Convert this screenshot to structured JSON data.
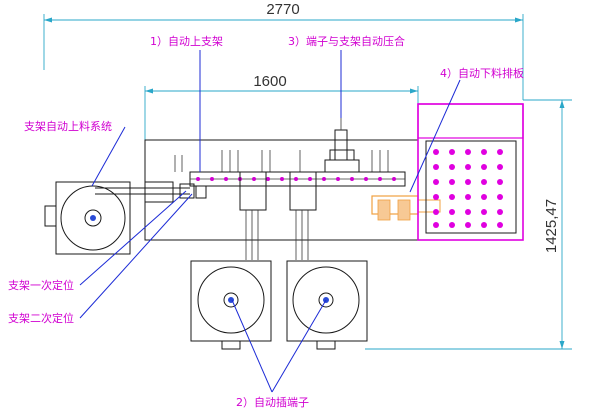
{
  "dimensions": {
    "overall_width": "2770",
    "center_width": "1600",
    "height": "1425,47"
  },
  "labels": {
    "auto_loading_frame": "1）自动上支架",
    "terminal_press": "3）端子与支架自动压合",
    "auto_unload": "4）自动下料排板",
    "frame_feeding_system": "支架自动上料系统",
    "first_positioning": "支架一次定位",
    "second_positioning": "支架二次定位",
    "auto_insert_terminal": "2）自动插端子"
  },
  "colors": {
    "label_magenta": "#d100d1",
    "leader_blue": "#1c2bd6",
    "dimension_cyan": "#2aa7c9",
    "tray_magenta": "#e000e0",
    "accent_orange": "#f0a040",
    "line_dark": "#1a1a1a"
  }
}
